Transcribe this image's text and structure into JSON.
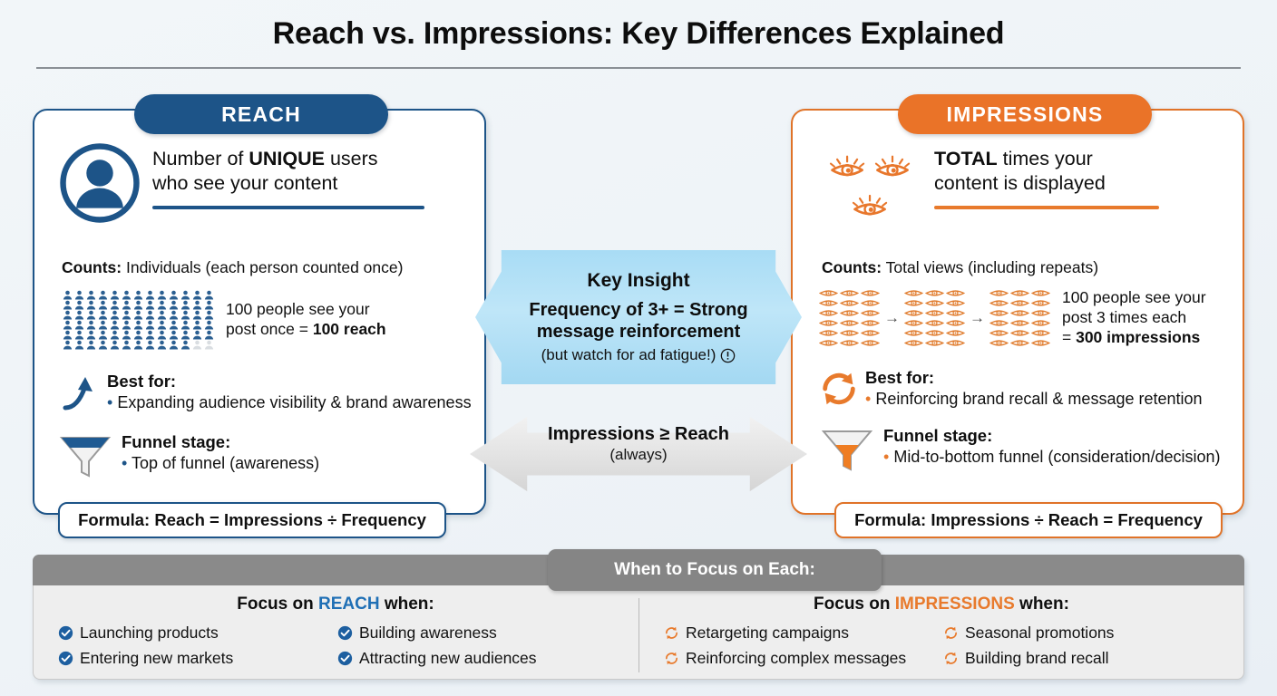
{
  "title": "Reach vs. Impressions: Key Differences Explained",
  "colors": {
    "blue": "#1d5488",
    "blue_accent": "#1f6fb5",
    "orange": "#e87a2c",
    "orange_border": "#e07328",
    "gray_bar": "#8a8a8a",
    "insight_blue": "#a8dcf5",
    "page_bg": "#eef3f7"
  },
  "left_panel": {
    "tab_label": "REACH",
    "icon": "user-avatar-icon",
    "headline_pre": "Number of ",
    "headline_bold": "UNIQUE",
    "headline_post": " users",
    "headline_line2": "who see your content",
    "counts_label": "Counts:",
    "counts_value": "Individuals (each person counted once)",
    "example_icon": "people-grid-icon",
    "example_line1": "100 people see your",
    "example_line2_pre": "post once = ",
    "example_line2_bold": "100 reach",
    "best_for_icon": "growth-arrow-icon",
    "best_for_label": "Best for:",
    "best_for_items": [
      "Expanding audience visibility & brand awareness"
    ],
    "funnel_icon": "funnel-top-icon",
    "funnel_label": "Funnel stage:",
    "funnel_items": [
      "Top of funnel (awareness)"
    ],
    "formula": "Formula: Reach = Impressions ÷ Frequency"
  },
  "right_panel": {
    "tab_label": "IMPRESSIONS",
    "icon": "three-eyes-icon",
    "headline_bold": "TOTAL",
    "headline_post": " times your",
    "headline_line2": "content is displayed",
    "counts_label": "Counts:",
    "counts_value": "Total views (including repeats)",
    "example_icon": "eye-grid-icon",
    "example_arrow": "→",
    "example_line1": "100 people see your",
    "example_line2": "post 3 times each",
    "example_line3_pre": "= ",
    "example_line3_bold": "300 impressions",
    "best_for_icon": "refresh-cycle-icon",
    "best_for_label": "Best for:",
    "best_for_items": [
      "Reinforcing brand recall & message retention"
    ],
    "funnel_icon": "funnel-bottom-icon",
    "funnel_label": "Funnel stage:",
    "funnel_items": [
      "Mid-to-bottom funnel (consideration/decision)"
    ],
    "formula": "Formula: Impressions ÷ Reach = Frequency"
  },
  "insight": {
    "title": "Key Insight",
    "main_line1": "Frequency of 3+ = Strong",
    "main_line2": "message reinforcement",
    "sub": "(but watch for ad fatigue!)",
    "sub_icon": "warning-exclamation-icon"
  },
  "comparison_arrow": {
    "icon": "bidirectional-arrow-icon",
    "main": "Impressions ≥ Reach",
    "sub": "(always)"
  },
  "footer": {
    "bar_title": "When to Focus on Each:",
    "left": {
      "title_pre": "Focus on ",
      "title_kw": "REACH",
      "title_post": " when:",
      "item_icon": "check-circle-icon",
      "items": [
        "Launching products",
        "Building awareness",
        "Entering new markets",
        "Attracting new audiences"
      ]
    },
    "right": {
      "title_pre": "Focus on ",
      "title_kw": "IMPRESSIONS",
      "title_post": " when:",
      "item_icon": "refresh-cycle-icon",
      "items": [
        "Retargeting campaigns",
        "Seasonal promotions",
        "Reinforcing complex messages",
        "Building brand recall"
      ]
    }
  }
}
